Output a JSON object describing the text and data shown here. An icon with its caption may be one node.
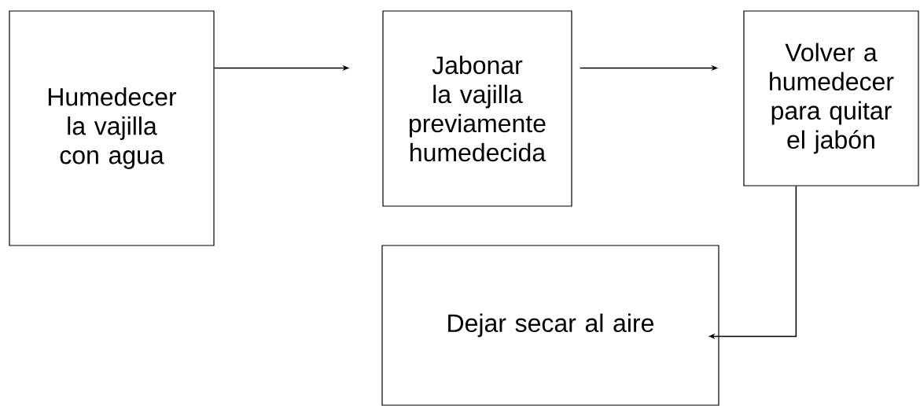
{
  "diagram": {
    "nodes": [
      {
        "text": [
          "Humedecer la vajilla con agua"
        ]
      },
      {
        "text": [
          "Jabonar la vajilla previamente humedecida"
        ]
      },
      {
        "text": [
          "Volver a humedecer para quitar el jabón"
        ]
      },
      {
        "text": [
          "Dejar secar al aire"
        ]
      }
    ],
    "edges": [
      {
        "from": 0,
        "to": 1,
        "arrow": "to"
      },
      {
        "from": 1,
        "to": 2,
        "arrow": "to"
      },
      {
        "from": 2,
        "to": 3,
        "arrow": "to"
      }
    ]
  }
}
